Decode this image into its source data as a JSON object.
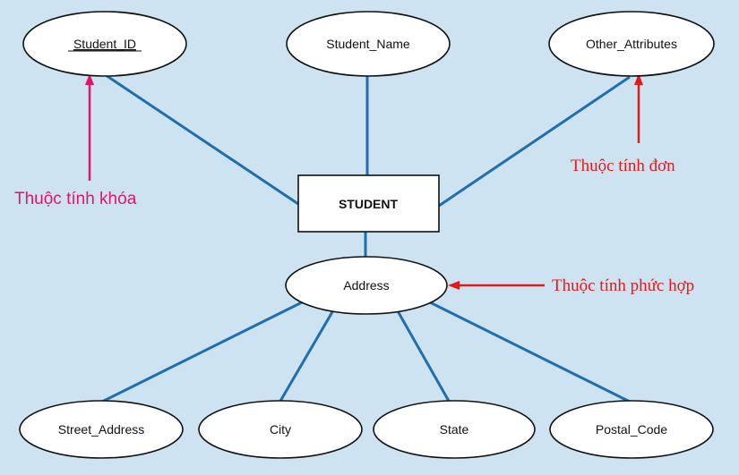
{
  "entity": {
    "label": "STUDENT"
  },
  "attributes": {
    "student_id": "Student_ID",
    "student_name": "Student_Name",
    "other_attributes": "Other_Attributes",
    "address": "Address",
    "street_address": "Street_Address",
    "city": "City",
    "state": "State",
    "postal_code": "Postal_Code"
  },
  "annotations": {
    "key_attribute": "Thuộc tính khóa",
    "simple_attribute": "Thuộc tính đơn",
    "composite_attribute": "Thuộc tính phức hợp"
  },
  "colors": {
    "background": "#cde3f2",
    "connector": "#1f6fae",
    "key_note": "#e0166a",
    "simple_note": "#e01b1b",
    "composite_note": "#e01b1b"
  }
}
